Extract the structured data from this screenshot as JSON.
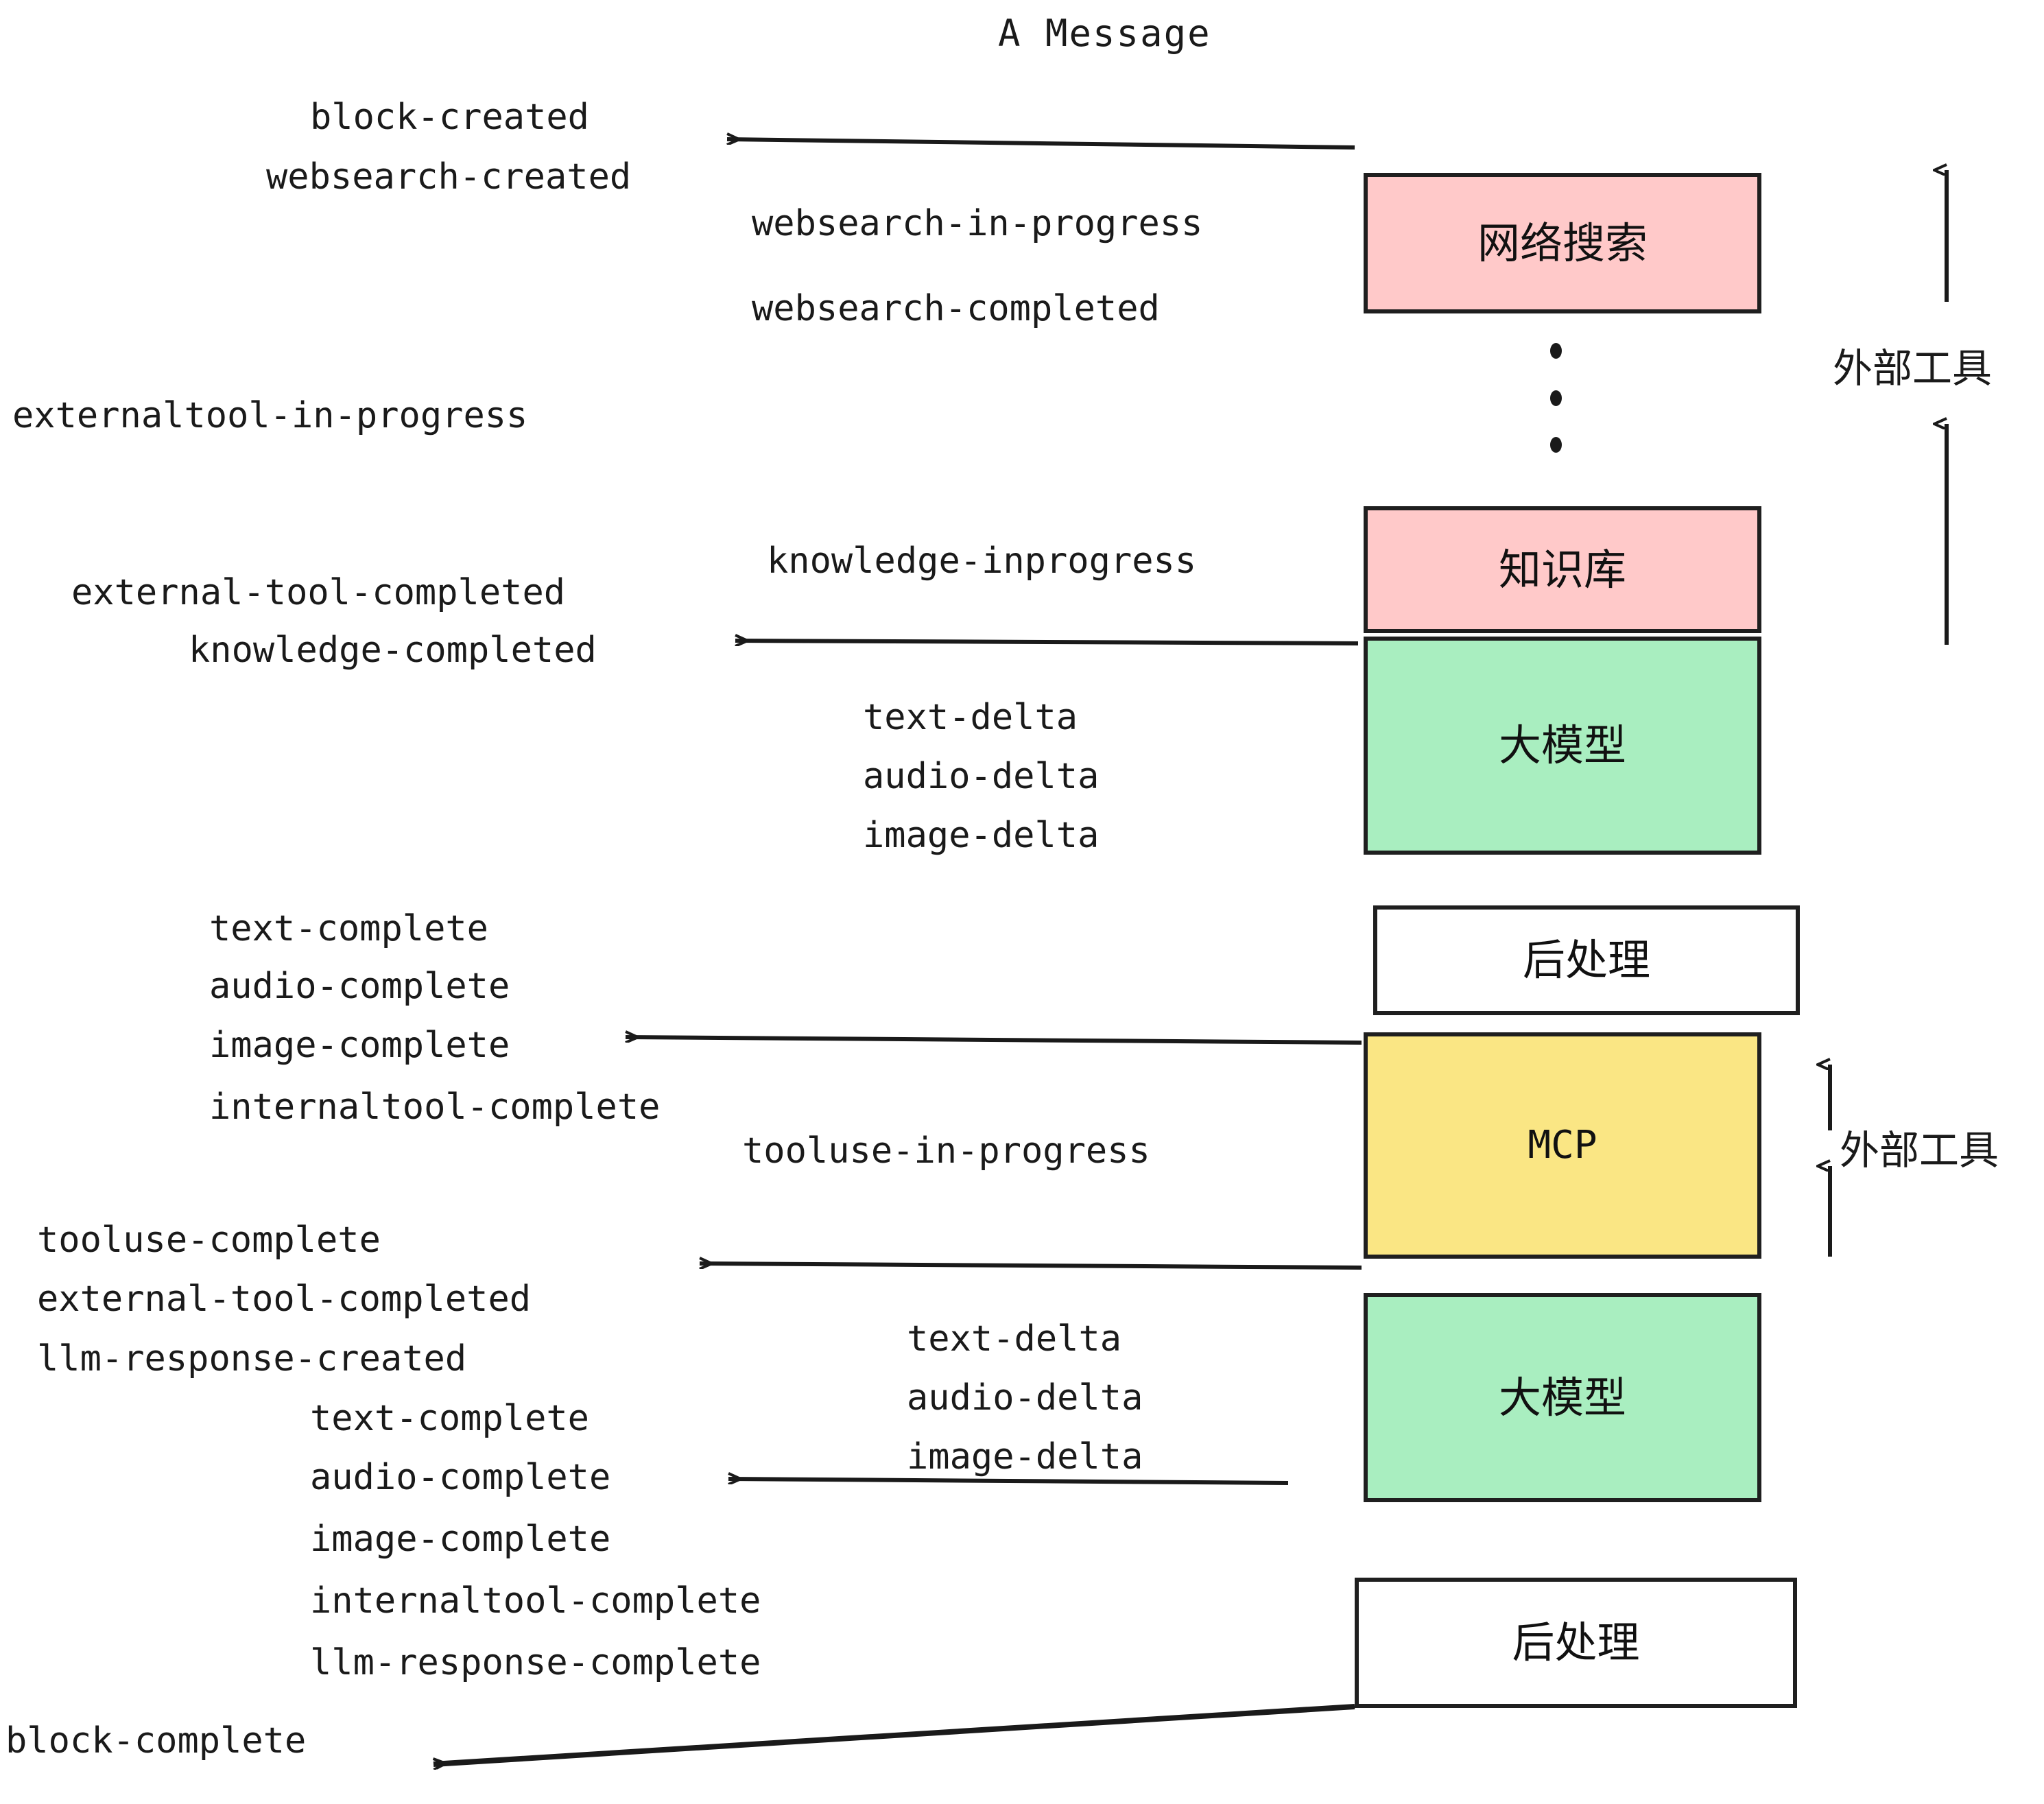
{
  "title": "A Message",
  "events": {
    "block_created": "block-created",
    "websearch_created": "websearch-created",
    "websearch_in_progress": "websearch-in-progress",
    "websearch_completed": "websearch-completed",
    "externaltool_in_progress": "externaltool-in-progress",
    "knowledge_inprogress": "knowledge-inprogress",
    "external_tool_completed_1": "external-tool-completed",
    "knowledge_completed": "knowledge-completed",
    "text_delta_1": "text-delta",
    "audio_delta_1": "audio-delta",
    "image_delta_1": "image-delta",
    "text_complete_1": "text-complete",
    "audio_complete_1": "audio-complete",
    "image_complete_1": "image-complete",
    "internaltool_complete_1": "internaltool-complete",
    "tooluse_in_progress": "tooluse-in-progress",
    "tooluse_complete": "tooluse-complete",
    "external_tool_completed_2": "external-tool-completed",
    "llm_response_created": "llm-response-created",
    "text_delta_2": "text-delta",
    "audio_delta_2": "audio-delta",
    "image_delta_2": "image-delta",
    "text_complete_2": "text-complete",
    "audio_complete_2": "audio-complete",
    "image_complete_2": "image-complete",
    "internaltool_complete_2": "internaltool-complete",
    "llm_response_complete": "llm-response-complete",
    "block_complete": "block-complete"
  },
  "nodes": [
    {
      "id": "websearch",
      "label": "网络搜索",
      "color": "#ffc9c9"
    },
    {
      "id": "knowledge",
      "label": "知识库",
      "color": "#ffc9c9"
    },
    {
      "id": "llm-1",
      "label": "大模型",
      "color": "#a9eec0"
    },
    {
      "id": "postprocess-1",
      "label": "后处理",
      "color": "#ffffff"
    },
    {
      "id": "mcp",
      "label": "MCP",
      "color": "#fae684"
    },
    {
      "id": "llm-2",
      "label": "大模型",
      "color": "#a9eec0"
    },
    {
      "id": "postprocess-2",
      "label": "后处理",
      "color": "#ffffff"
    }
  ],
  "groups": {
    "external_tools_top": "外部工具",
    "external_tools_bottom": "外部工具"
  },
  "colors": {
    "pink": "#ffc9c9",
    "green": "#a9eec0",
    "yellow": "#fae684",
    "white": "#ffffff",
    "stroke": "#1f1f1f",
    "text": "#1a1a1a"
  }
}
